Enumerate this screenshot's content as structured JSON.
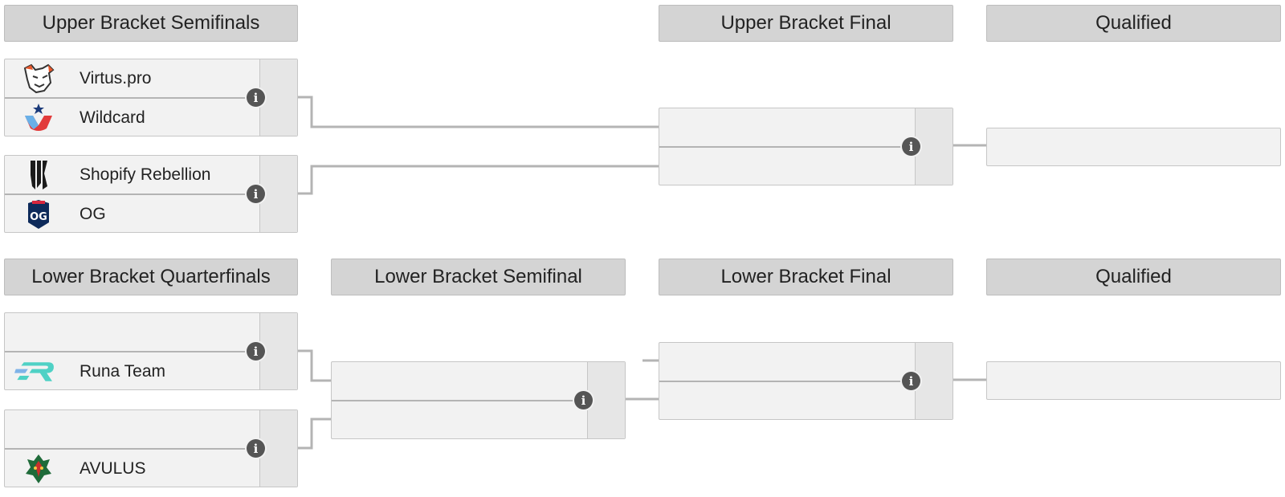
{
  "headers": {
    "ub_semis": "Upper Bracket Semifinals",
    "ub_final": "Upper Bracket Final",
    "ub_qualified": "Qualified",
    "lb_quarters": "Lower Bracket Quarterfinals",
    "lb_semi": "Lower Bracket Semifinal",
    "lb_final": "Lower Bracket Final",
    "lb_qualified": "Qualified"
  },
  "upper": {
    "semi1": {
      "team1": "Virtus.pro",
      "team2": "Wildcard"
    },
    "semi2": {
      "team1": "Shopify Rebellion",
      "team2": "OG"
    }
  },
  "lower": {
    "quarter1": {
      "team1": "",
      "team2": "Runa Team"
    },
    "quarter2": {
      "team1": "",
      "team2": "AVULUS"
    }
  },
  "icons": {
    "info": "info-icon",
    "virtus_pro": "virtus-pro-logo",
    "wildcard": "wildcard-logo",
    "shopify_rebellion": "shopify-rebellion-logo",
    "og": "og-logo",
    "runa_team": "runa-team-logo",
    "avulus": "avulus-logo"
  },
  "info_glyph": "i"
}
